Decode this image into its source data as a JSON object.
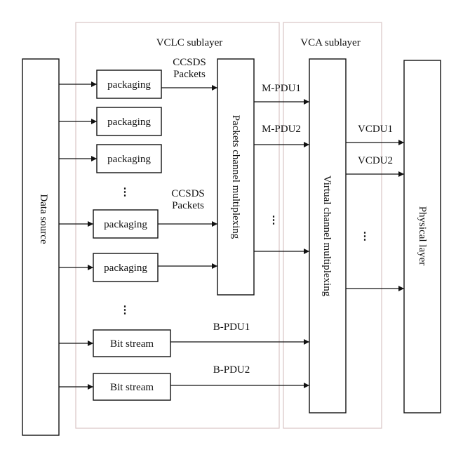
{
  "diagram": {
    "regions": {
      "vclc": "VCLC sublayer",
      "vca": "VCA sublayer"
    },
    "blocks": {
      "data_source": "Data source",
      "packets_mux": "Packets channel multiplexing",
      "virtual_mux": "Virtual channel multiplexing",
      "physical": "Physical layer"
    },
    "packaging": [
      "packaging",
      "packaging",
      "packaging",
      "packaging",
      "packaging"
    ],
    "bit_stream": [
      "Bit stream",
      "Bit stream"
    ],
    "labels": {
      "ccsds_1a": "CCSDS",
      "ccsds_1b": "Packets",
      "ccsds_2a": "CCSDS",
      "ccsds_2b": "Packets",
      "mpdu1": "M-PDU1",
      "mpdu2": "M-PDU2",
      "vcdu1": "VCDU1",
      "vcdu2": "VCDU2",
      "bpdu1": "B-PDU1",
      "bpdu2": "B-PDU2"
    },
    "ellipsis": "⋮"
  },
  "colors": {
    "line": "#111111",
    "region_border": "#d9c4c4",
    "background": "#ffffff"
  }
}
